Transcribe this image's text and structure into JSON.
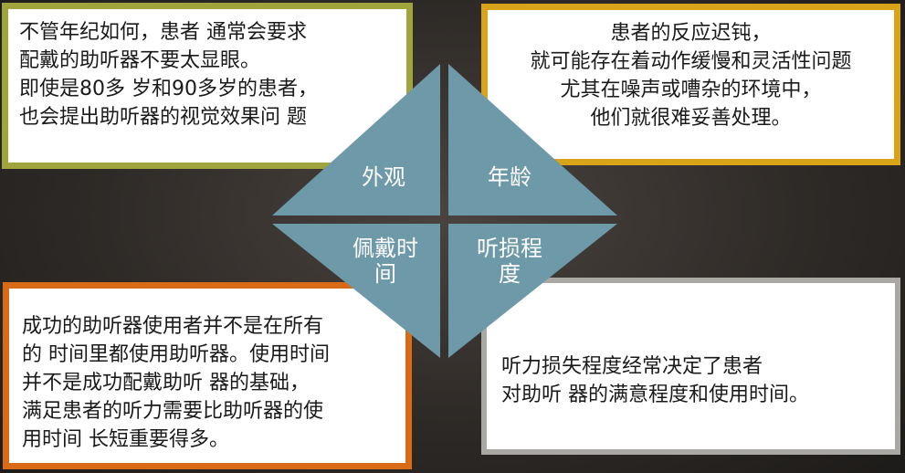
{
  "quadrants": {
    "appearance": {
      "label": "外观",
      "color": "#a0a43d",
      "lines": [
        "不管年纪如何，患者 通常会要求",
        "配戴的助听器不要太显眼。",
        "即使是80多 岁和90多岁的患者，",
        "也会提出助听器的视觉效果问 题"
      ]
    },
    "age": {
      "label": "年龄",
      "color": "#d9a31a",
      "lines": [
        "患者的反应迟钝，",
        "就可能存在着动作缓慢和灵活性问题",
        "尤其在噪声或嘈杂的环境中，",
        "他们就很难妥善处理。"
      ]
    },
    "wearing_time": {
      "label_lines": [
        "佩戴时",
        "间"
      ],
      "color": "#d96a16",
      "lines": [
        "成功的助听器使用者并不是在所有",
        "的 时间里都使用助听器。使用时间",
        "并不是成功配戴助听 器的基础，",
        "满足患者的听力需要比助听器的使",
        "用时间 长短重要得多。"
      ]
    },
    "hearing_loss_degree": {
      "label_lines": [
        "听损程",
        "度"
      ],
      "color": "#aaa8a4",
      "lines": [
        "听力损失程度经常决定了患者",
        "对助听 器的满意程度和使用时间。"
      ]
    }
  },
  "diamond_color": "#6d99a8"
}
